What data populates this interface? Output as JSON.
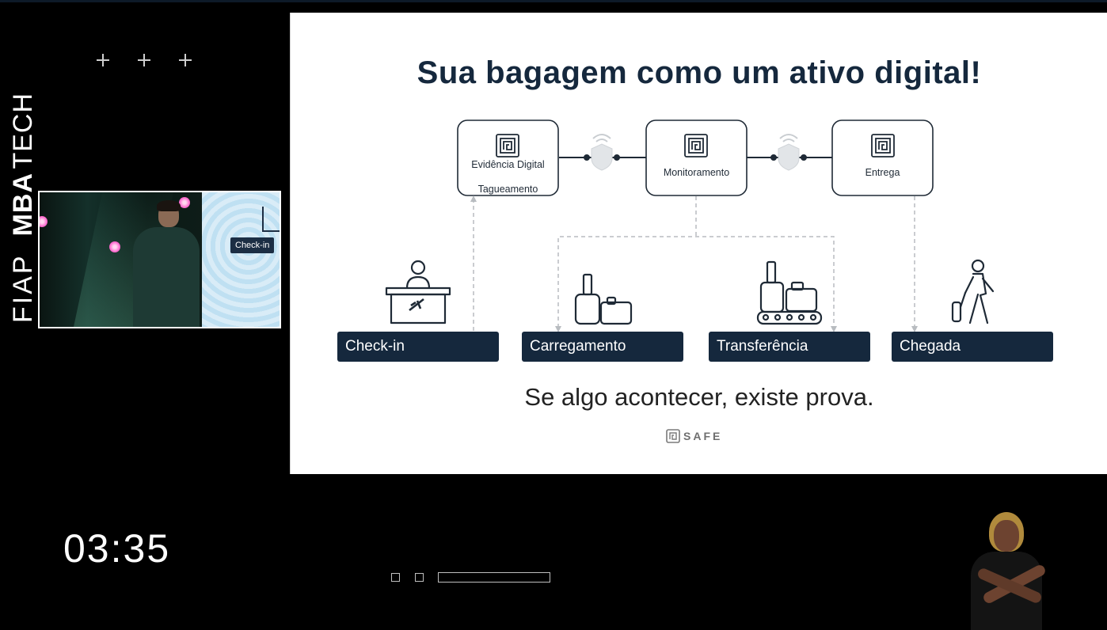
{
  "brand": {
    "fiap": "FIAP",
    "mba": "MBA",
    "tech": "TECH"
  },
  "speaker_video": {
    "screen_label": "Check-in"
  },
  "timer": "03:35",
  "slide": {
    "title": "Sua bagagem como um ativo digital!",
    "nodes": [
      {
        "line1": "Evidência Digital",
        "line2": "Tagueamento"
      },
      {
        "line1": "Monitoramento"
      },
      {
        "line1": "Entrega"
      }
    ],
    "stages": [
      {
        "label": "Check-in",
        "icon": "check-in-desk-icon"
      },
      {
        "label": "Carregamento",
        "icon": "luggage-icon"
      },
      {
        "label": "Transferência",
        "icon": "conveyor-luggage-icon"
      },
      {
        "label": "Chegada",
        "icon": "traveler-walking-icon"
      }
    ],
    "tagline": "Se algo acontecer, existe prova.",
    "logo": "SAFE"
  },
  "colors": {
    "navy": "#15283d",
    "background": "#000000",
    "slide": "#ffffff"
  }
}
